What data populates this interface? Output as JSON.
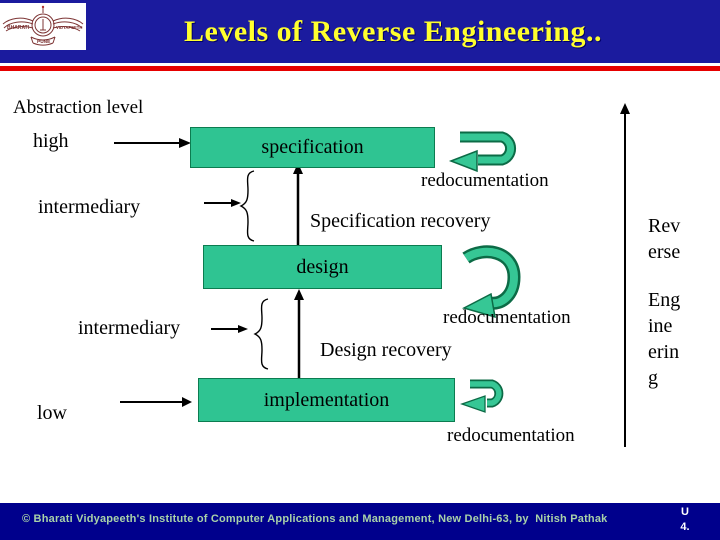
{
  "header": {
    "title": "Levels of Reverse Engineering..",
    "logo": {
      "left_wing_text": "BHARATI",
      "right_wing_text": "VIDYAPEETH",
      "banner_text": "PUNE"
    }
  },
  "diagram": {
    "abstraction_label": "Abstraction level",
    "levels": {
      "high": "high",
      "intermediary1": "intermediary",
      "intermediary2": "intermediary",
      "low": "low"
    },
    "boxes": {
      "specification": "specification",
      "design": "design",
      "implementation": "implementation"
    },
    "annotations": {
      "redocumentation1": "redocumentation",
      "specification_recovery": "Specification recovery",
      "redocumentation2": "redocumentation",
      "design_recovery": "Design recovery",
      "redocumentation3": "redocumentation"
    },
    "reverse_engineering": {
      "label": "Reverse Engineering",
      "lines": [
        "Rev",
        "erse",
        "Eng",
        "ine",
        "erin",
        "g"
      ]
    }
  },
  "footer": {
    "copyright": "© Bharati Vidyapeeth's Institute of Computer Applications and Management, New Delhi-63, by  Nitish Pathak",
    "unit_line1": "U",
    "unit_line2": "4."
  },
  "colors": {
    "header_bg": "#1b1b9e",
    "title_yellow": "#ffff2e",
    "accent_red": "#e60000",
    "box_green": "#2fc492",
    "box_border": "#0c7c50",
    "arrow_green": "#36c795",
    "arrow_green_dark": "#0c6b46",
    "footer_bg": "#00008c",
    "footer_text": "#a9d2a9"
  }
}
